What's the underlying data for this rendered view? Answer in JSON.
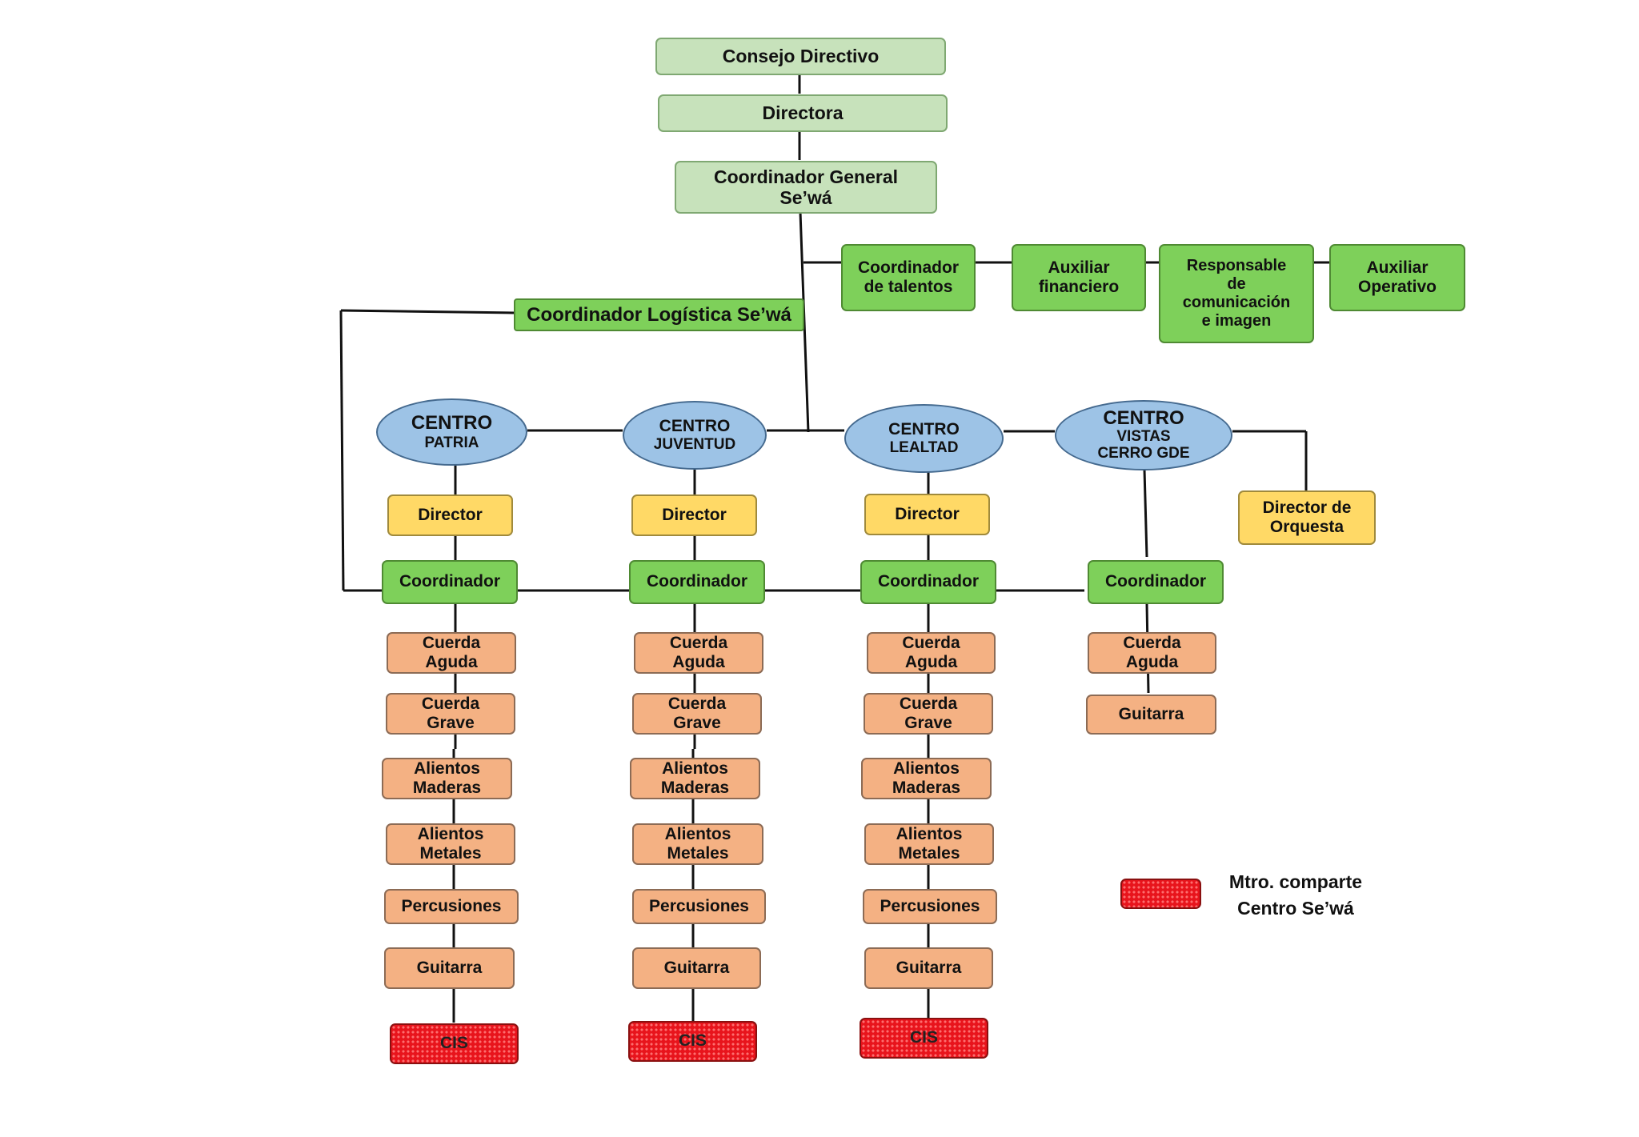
{
  "top": {
    "consejo": "Consejo Directivo",
    "directora": "Directora",
    "coordinador_general": "Coordinador General\nSe’wá",
    "logistica": "Coordinador Logística Se’wá"
  },
  "staff": [
    "Coordinador\nde talentos",
    "Auxiliar\nfinanciero",
    "Responsable\nde\ncomunicación\ne imagen",
    "Auxiliar\nOperativo"
  ],
  "centros": [
    {
      "title": "CENTRO",
      "name": "PATRIA",
      "director": "Director",
      "coordinador": "Coordinador",
      "secciones": [
        "Cuerda\nAguda",
        "Cuerda\nGrave",
        "Alientos\nMaderas",
        "Alientos\nMetales",
        "Percusiones",
        "Guitarra"
      ],
      "cis": "CIS"
    },
    {
      "title": "CENTRO",
      "name": "JUVENTUD",
      "director": "Director",
      "coordinador": "Coordinador",
      "secciones": [
        "Cuerda\nAguda",
        "Cuerda\nGrave",
        "Alientos\nMaderas",
        "Alientos\nMetales",
        "Percusiones",
        "Guitarra"
      ],
      "cis": "CIS"
    },
    {
      "title": "CENTRO",
      "name": "LEALTAD",
      "director": "Director",
      "coordinador": "Coordinador",
      "secciones": [
        "Cuerda\nAguda",
        "Cuerda\nGrave",
        "Alientos\nMaderas",
        "Alientos\nMetales",
        "Percusiones",
        "Guitarra"
      ],
      "cis": "CIS"
    },
    {
      "title": "CENTRO",
      "name": "VISTAS\nCERRO GDE",
      "coordinador": "Coordinador",
      "secciones": [
        "Cuerda\nAguda",
        "Guitarra"
      ]
    }
  ],
  "director_orquesta": "Director de\nOrquesta",
  "legend": {
    "text": "Mtro. comparte\nCentro Se’wá"
  },
  "colors": {
    "light_green": "#c7e2bb",
    "green": "#7ed05a",
    "yellow": "#ffd966",
    "peach": "#f4b183",
    "red": "#e8141c",
    "blue": "#9dc3e6"
  }
}
